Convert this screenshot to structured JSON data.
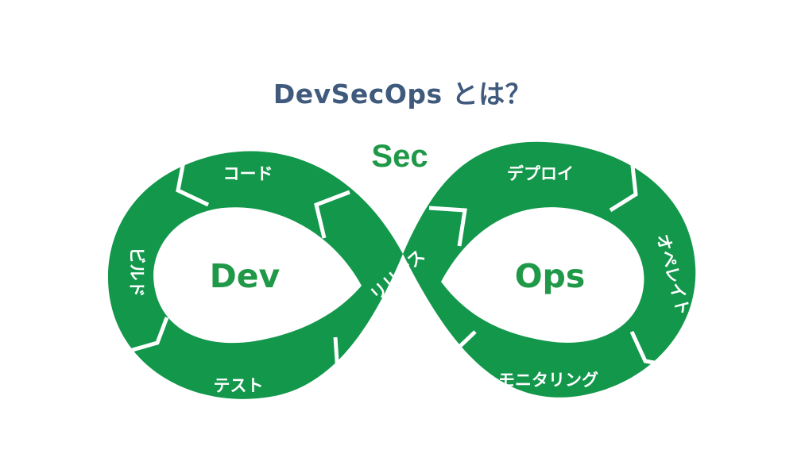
{
  "title": "DevSecOps とは？",
  "colors": {
    "band": "#12974b",
    "arrow_edge": "#ffffff",
    "title": "#3f5a7c",
    "accent": "#1f9848"
  },
  "diagram": {
    "sec": "Sec",
    "dev": "Dev",
    "ops": "Ops",
    "steps": {
      "code": "コード",
      "build": "ビルド",
      "test": "テスト",
      "release": "リリース",
      "deploy": "デプロイ",
      "operate": "オペレイト",
      "monitoring": "モニタリング"
    }
  }
}
